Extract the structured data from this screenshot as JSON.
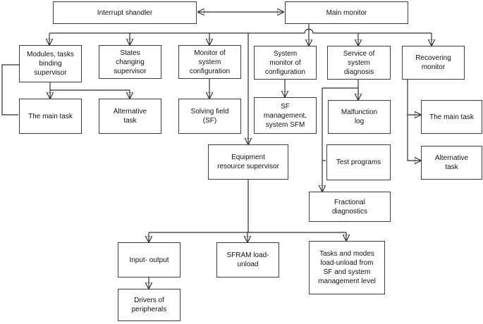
{
  "nodes": {
    "interrupt_handler": {
      "label": "Interrupt shandler"
    },
    "main_monitor": {
      "label": "Main monitor"
    },
    "modules_tasks": {
      "label": "Modules, tasks\nbinding\nsupervisor"
    },
    "states_changing": {
      "label": "States\nchanging\nsupervisor"
    },
    "monitor_config": {
      "label": "Monitor of\nsystem\nconfiguration"
    },
    "system_monitor": {
      "label": "System\nmonitor of\nconfiguration"
    },
    "service_diagnosis": {
      "label": "Service of\nsystem\ndiagnosis"
    },
    "recovering_monitor": {
      "label": "Recovering\nmonitor"
    },
    "main_task_left": {
      "label": "The main task"
    },
    "alt_task_left": {
      "label": "Alternative\ntask"
    },
    "solving_field": {
      "label": "Solving field\n(SF)"
    },
    "sf_management": {
      "label": "SF\nmanagement,\nsystem SFM"
    },
    "malfunction_log": {
      "label": "Malfunction\nlog"
    },
    "main_task_right": {
      "label": "The main task"
    },
    "equipment_resource": {
      "label": "Equipment\nresource supervisor"
    },
    "test_programs": {
      "label": "Test programs"
    },
    "alt_task_right": {
      "label": "Alternative\ntask"
    },
    "fractional_diag": {
      "label": "Fractional\ndiagnostics"
    },
    "input_output": {
      "label": "Input- output"
    },
    "sfram_load": {
      "label": "SFRAM load-\nunload"
    },
    "tasks_modes": {
      "label": "Tasks and modes\nload-unload from\nSF and system\nmanagement level"
    },
    "drivers_peripherals": {
      "label": "Drivers of\nperipherals"
    }
  },
  "colors": {
    "line": "#2f2f2f",
    "border": "#3d3d3d",
    "text": "#111111",
    "background": "#ffffff"
  }
}
